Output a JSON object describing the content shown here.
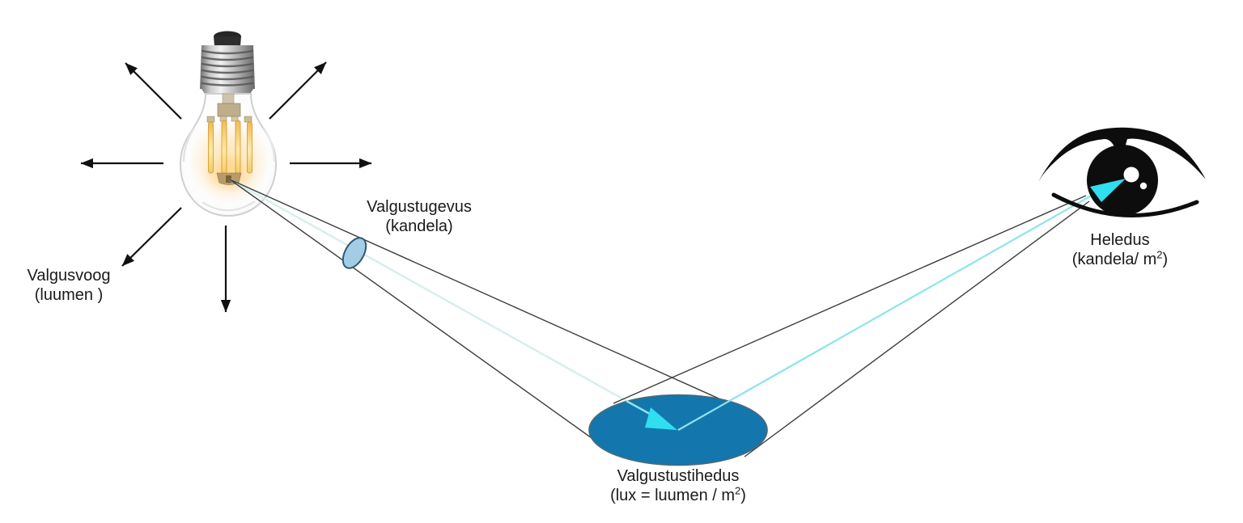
{
  "background": "#ffffff",
  "icons": {
    "bulb": "light-bulb-icon",
    "eye": "eye-icon",
    "flux_arrows": "radiating-arrows",
    "beam": "light-cone",
    "cross_section": "beam-cross-section-ellipse",
    "surface": "illuminated-surface-disk",
    "ray": "light-ray-arrow"
  },
  "colors": {
    "text": "#1a1a1a",
    "arrow_black": "#111111",
    "cone_line": "#3d3d3d",
    "disk_blue": "#1377ad",
    "disk_stroke": "#4a6a78",
    "cross_section_fill": "#a3cde4",
    "cross_section_stroke": "#2e5a72",
    "ray_pale": "#d8eeee",
    "ray_cyan": "#8ce4ec",
    "arrow_cyan": "#2fdeef",
    "eye_black": "#0d0d0d"
  },
  "labels": {
    "valgusvoog": {
      "title": "Valgusvoog",
      "unit_prefix": "(luumen )",
      "unit_sup": "",
      "unit_suffix": ""
    },
    "valgustugevus": {
      "title": "Valgustugevus",
      "unit_prefix": "(kandela)",
      "unit_sup": "",
      "unit_suffix": ""
    },
    "valgustustihedus": {
      "title": "Valgustustihedus",
      "unit_prefix": "(lux = luumen / m",
      "unit_sup": "2",
      "unit_suffix": ")"
    },
    "heledus": {
      "title": "Heledus",
      "unit_prefix": "(kandela/ m",
      "unit_sup": "2",
      "unit_suffix": ")"
    }
  }
}
